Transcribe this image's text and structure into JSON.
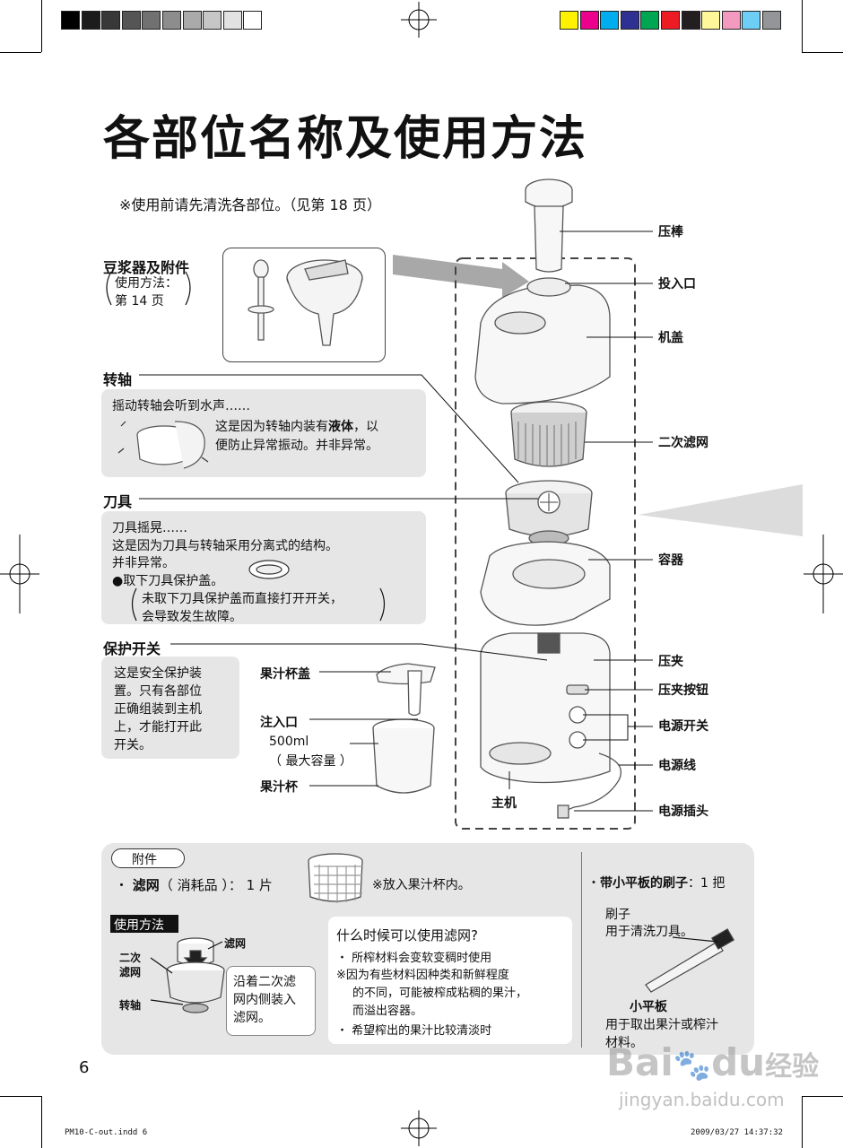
{
  "page": {
    "title": "各部位名称及使用方法",
    "note": "※使用前请先清洗各部位。（见第 18 页）",
    "page_number": "6",
    "footer_left": "PM10-C-out.indd   6",
    "footer_right": "2009/03/27   14:37:32"
  },
  "marks": {
    "gray_swatches": [
      "#000000",
      "#1c1c1c",
      "#383838",
      "#555555",
      "#717171",
      "#8d8d8d",
      "#aaaaaa",
      "#c6c6c6",
      "#e2e2e2",
      "#ffffff"
    ],
    "color_swatches": [
      "#fff200",
      "#ec008c",
      "#00aeef",
      "#2e3192",
      "#00a651",
      "#ed1c24",
      "#231f20",
      "#fff799",
      "#f49ac1",
      "#6dcff6",
      "#939598"
    ]
  },
  "left": {
    "soymilk": {
      "title": "豆浆器及附件",
      "line1": "使用方法：",
      "line2": "第 14 页"
    },
    "shaft": {
      "title": "转轴",
      "heading": "摇动转轴会听到水声……",
      "text1a": "这是因为转轴内装有",
      "text1b": "液体",
      "text1c": "，以",
      "text2": "便防止异常振动。并非异常。"
    },
    "blade": {
      "title": "刀具",
      "heading": "刀具摇晃……",
      "line1": "这是因为刀具与转轴采用分离式的结构。",
      "line2": "并非异常。",
      "line3": "●取下刀具保护盖。",
      "line4": "未取下刀具保护盖而直接打开开关，",
      "line5": "会导致发生故障。"
    },
    "switch": {
      "title": "保护开关",
      "lines": [
        "这是安全保护装",
        "置。只有各部位",
        "正确组装到主机",
        "上，才能打开此",
        "开关。"
      ]
    }
  },
  "cup": {
    "lid": "果汁杯盖",
    "spout": "注入口",
    "capacity": "500ml",
    "capacity_note": "（ 最大容量 ）",
    "cup": "果汁杯"
  },
  "parts": {
    "pusher": "压棒",
    "chute": "投入口",
    "cover": "机盖",
    "filter2": "二次滤网",
    "container": "容器",
    "clamp": "压夹",
    "clamp_button": "压夹按钮",
    "power_switch": "电源开关",
    "cord": "电源线",
    "plug": "电源插头",
    "main_unit": "主机"
  },
  "accessories": {
    "tag": "附件",
    "filter_label_a": "滤网",
    "filter_label_b": "（ 消耗品 ）： 1 片",
    "filter_note": "※放入果汁杯内。",
    "usage_tag": "使用方法",
    "u_filter": "滤网",
    "u_filter2_a": "二次",
    "u_filter2_b": "滤网",
    "u_shaft": "转轴",
    "usage_text": [
      "沿着二次滤",
      "网内侧装入",
      "滤网。"
    ],
    "when_title": "什么时候可以使用滤网?",
    "when_1": "・ 所榨材料会变软变稠时使用",
    "when_2": "※因为有些材料因种类和新鲜程度",
    "when_3": "的不同，可能被榨成粘稠的果汁，",
    "when_4": "而溢出容器。",
    "when_5": "・ 希望榨出的果汁比较清淡时",
    "brush_title_a": "带小平板的刷子",
    "brush_title_b": "：1 把",
    "brush": "刷子",
    "brush_desc": "用于清洗刀具。",
    "plate": "小平板",
    "plate_desc1": "用于取出果汁或榨汁",
    "plate_desc2": "材料。"
  },
  "watermark": {
    "brand": "Bai",
    "brand2": "du",
    "cn": "经验",
    "url": "jingyan.baidu.com"
  }
}
